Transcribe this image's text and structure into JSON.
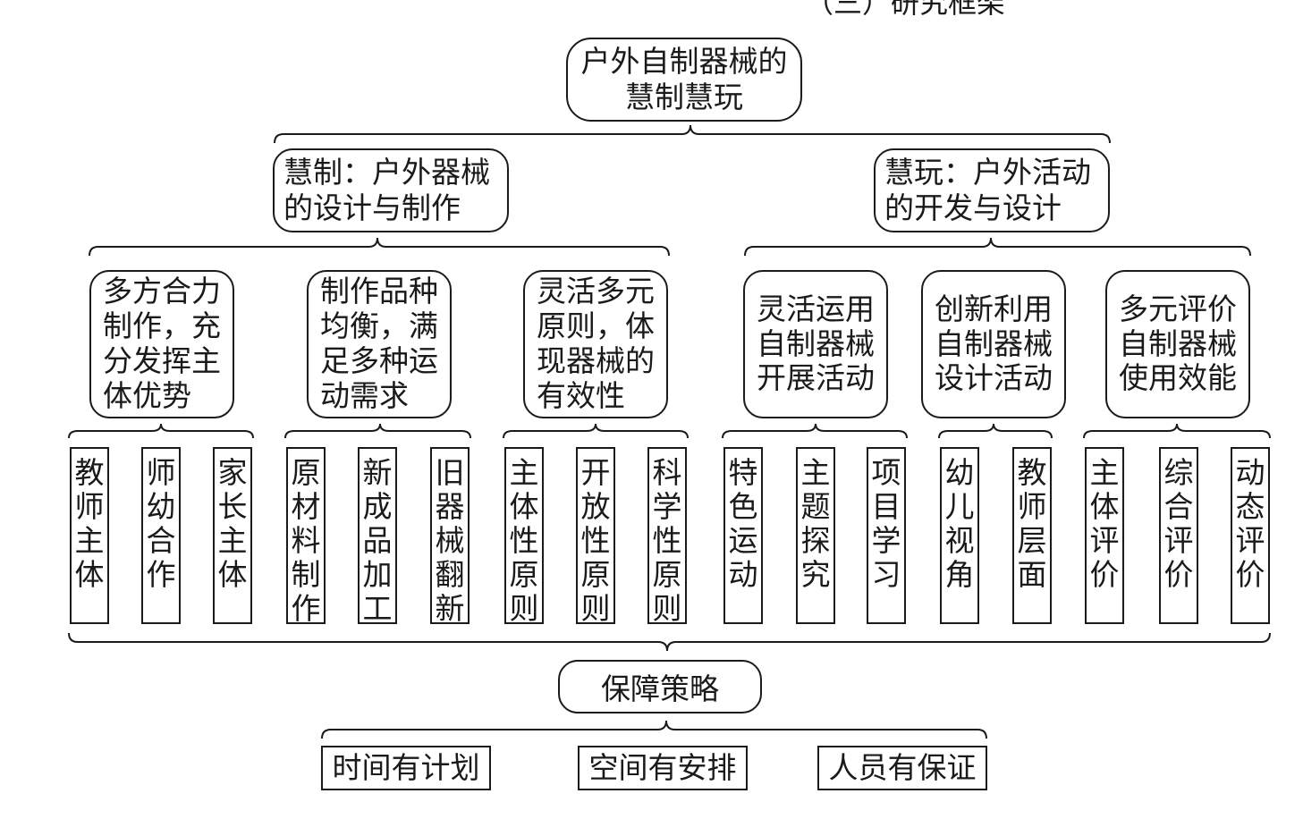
{
  "top_fragment": "（三）研究框架",
  "root": {
    "line1": "户外自制器械的",
    "line2": "慧制慧玩"
  },
  "branches": [
    {
      "line1": "慧制：户外器械",
      "line2": "的设计与制作"
    },
    {
      "line1": "慧玩：户外活动",
      "line2": "的开发与设计"
    }
  ],
  "categories": [
    "多方合力\n制作，充\n分发挥主\n体优势",
    "制作品种\n均衡，满\n足多种运\n动需求",
    "灵活多元\n原则，体\n现器械的\n有效性",
    "灵活运用\n自制器械\n开展活动",
    "创新利用\n自制器械\n设计活动",
    "多元评价\n自制器械\n使用效能"
  ],
  "leaves": [
    "教师主体",
    "师幼合作",
    "家长主体",
    "原材料制作",
    "新成品加工",
    "旧器械翻新",
    "主体性原则",
    "开放性原则",
    "科学性原则",
    "特色运动",
    "主题探究",
    "项目学习",
    "幼儿视角",
    "教师层面",
    "主体评价",
    "综合评价",
    "动态评价"
  ],
  "guarantee": "保障策略",
  "guarantee_items": [
    "时间有计划",
    "空间有安排",
    "人员有保证"
  ]
}
